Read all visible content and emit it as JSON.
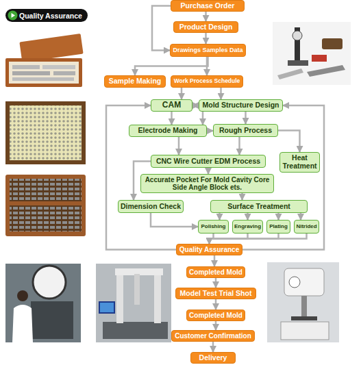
{
  "diagram": {
    "title": "Quality Assurance",
    "nodes": [
      {
        "text": [
          "Purchase Order"
        ]
      },
      {
        "text": [
          "Product Design"
        ]
      },
      {
        "text": [
          "Drawings Samples Data"
        ]
      },
      {
        "text": [
          "Sample Making"
        ]
      },
      {
        "text": [
          "Work Process Schedule"
        ]
      },
      {
        "text": [
          "CAM"
        ]
      },
      {
        "text": [
          "Mold Structure Design"
        ]
      },
      {
        "text": [
          "Electrode Making"
        ]
      },
      {
        "text": [
          "Rough Process"
        ]
      },
      {
        "text": [
          "Heat Treatment"
        ]
      },
      {
        "text": [
          "CNC Wire Cutter EDM Process"
        ]
      },
      {
        "text": [
          "Accurate Pocket For Mold Cavity Core Side Angle Block ets."
        ]
      },
      {
        "text": [
          "Dimension Check"
        ]
      },
      {
        "text": [
          "Surface Treatment"
        ]
      },
      {
        "text": [
          "Polishing"
        ]
      },
      {
        "text": [
          "Engraving"
        ]
      },
      {
        "text": [
          "Plating"
        ]
      },
      {
        "text": [
          "Nitrided"
        ]
      },
      {
        "text": [
          "Quality Assurance"
        ]
      },
      {
        "text": [
          "Completed Mold"
        ]
      },
      {
        "text": [
          "Model Test Trial Shot"
        ]
      },
      {
        "text": [
          "Completed Mold"
        ]
      },
      {
        "text": [
          "Customer Confirmation"
        ]
      },
      {
        "text": [
          "Delivery"
        ]
      }
    ],
    "edges": [
      {
        "from": 0,
        "to": 1,
        "arrow": "to"
      },
      {
        "from": 1,
        "to": 2,
        "arrow": "to"
      },
      {
        "from": 0,
        "to": 2,
        "arrow": "to"
      },
      {
        "from": 2,
        "to": 3,
        "arrow": "to"
      },
      {
        "from": 2,
        "to": 4,
        "arrow": "to"
      },
      {
        "from": 4,
        "to": 5,
        "arrow": "to"
      },
      {
        "from": 4,
        "to": 6,
        "arrow": "to"
      },
      {
        "from": 5,
        "to": 6,
        "arrow": "both"
      },
      {
        "from": 5,
        "to": 7,
        "arrow": "to"
      },
      {
        "from": 6,
        "to": 8,
        "arrow": "to"
      },
      {
        "from": 6,
        "to": 7,
        "arrow": "to"
      },
      {
        "from": 7,
        "to": 8,
        "arrow": "to"
      },
      {
        "from": 8,
        "to": 9,
        "arrow": "to"
      },
      {
        "from": 7,
        "to": 10,
        "arrow": "to"
      },
      {
        "from": 8,
        "to": 10,
        "arrow": "to"
      },
      {
        "from": 10,
        "to": 11,
        "arrow": "to"
      },
      {
        "from": 10,
        "to": 12,
        "arrow": "to"
      },
      {
        "from": 11,
        "to": 13,
        "arrow": "to"
      },
      {
        "from": 13,
        "to": 14,
        "arrow": "to"
      },
      {
        "from": 13,
        "to": 15,
        "arrow": "to"
      },
      {
        "from": 13,
        "to": 16,
        "arrow": "to"
      },
      {
        "from": 13,
        "to": 17,
        "arrow": "to"
      },
      {
        "from": 12,
        "to": 14,
        "arrow": "to"
      },
      {
        "from": 14,
        "to": 18,
        "arrow": "to"
      },
      {
        "from": 15,
        "to": 18,
        "arrow": "to"
      },
      {
        "from": 16,
        "to": 18,
        "arrow": "to"
      },
      {
        "from": 17,
        "to": 18,
        "arrow": "to"
      },
      {
        "from": 18,
        "to": 5,
        "arrow": "to"
      },
      {
        "from": 18,
        "to": 6,
        "arrow": "to"
      },
      {
        "from": 18,
        "to": 19,
        "arrow": "to"
      },
      {
        "from": 19,
        "to": 20,
        "arrow": "to"
      },
      {
        "from": 20,
        "to": 21,
        "arrow": "to"
      },
      {
        "from": 21,
        "to": 22,
        "arrow": "to"
      },
      {
        "from": 22,
        "to": 23,
        "arrow": "to"
      }
    ]
  }
}
